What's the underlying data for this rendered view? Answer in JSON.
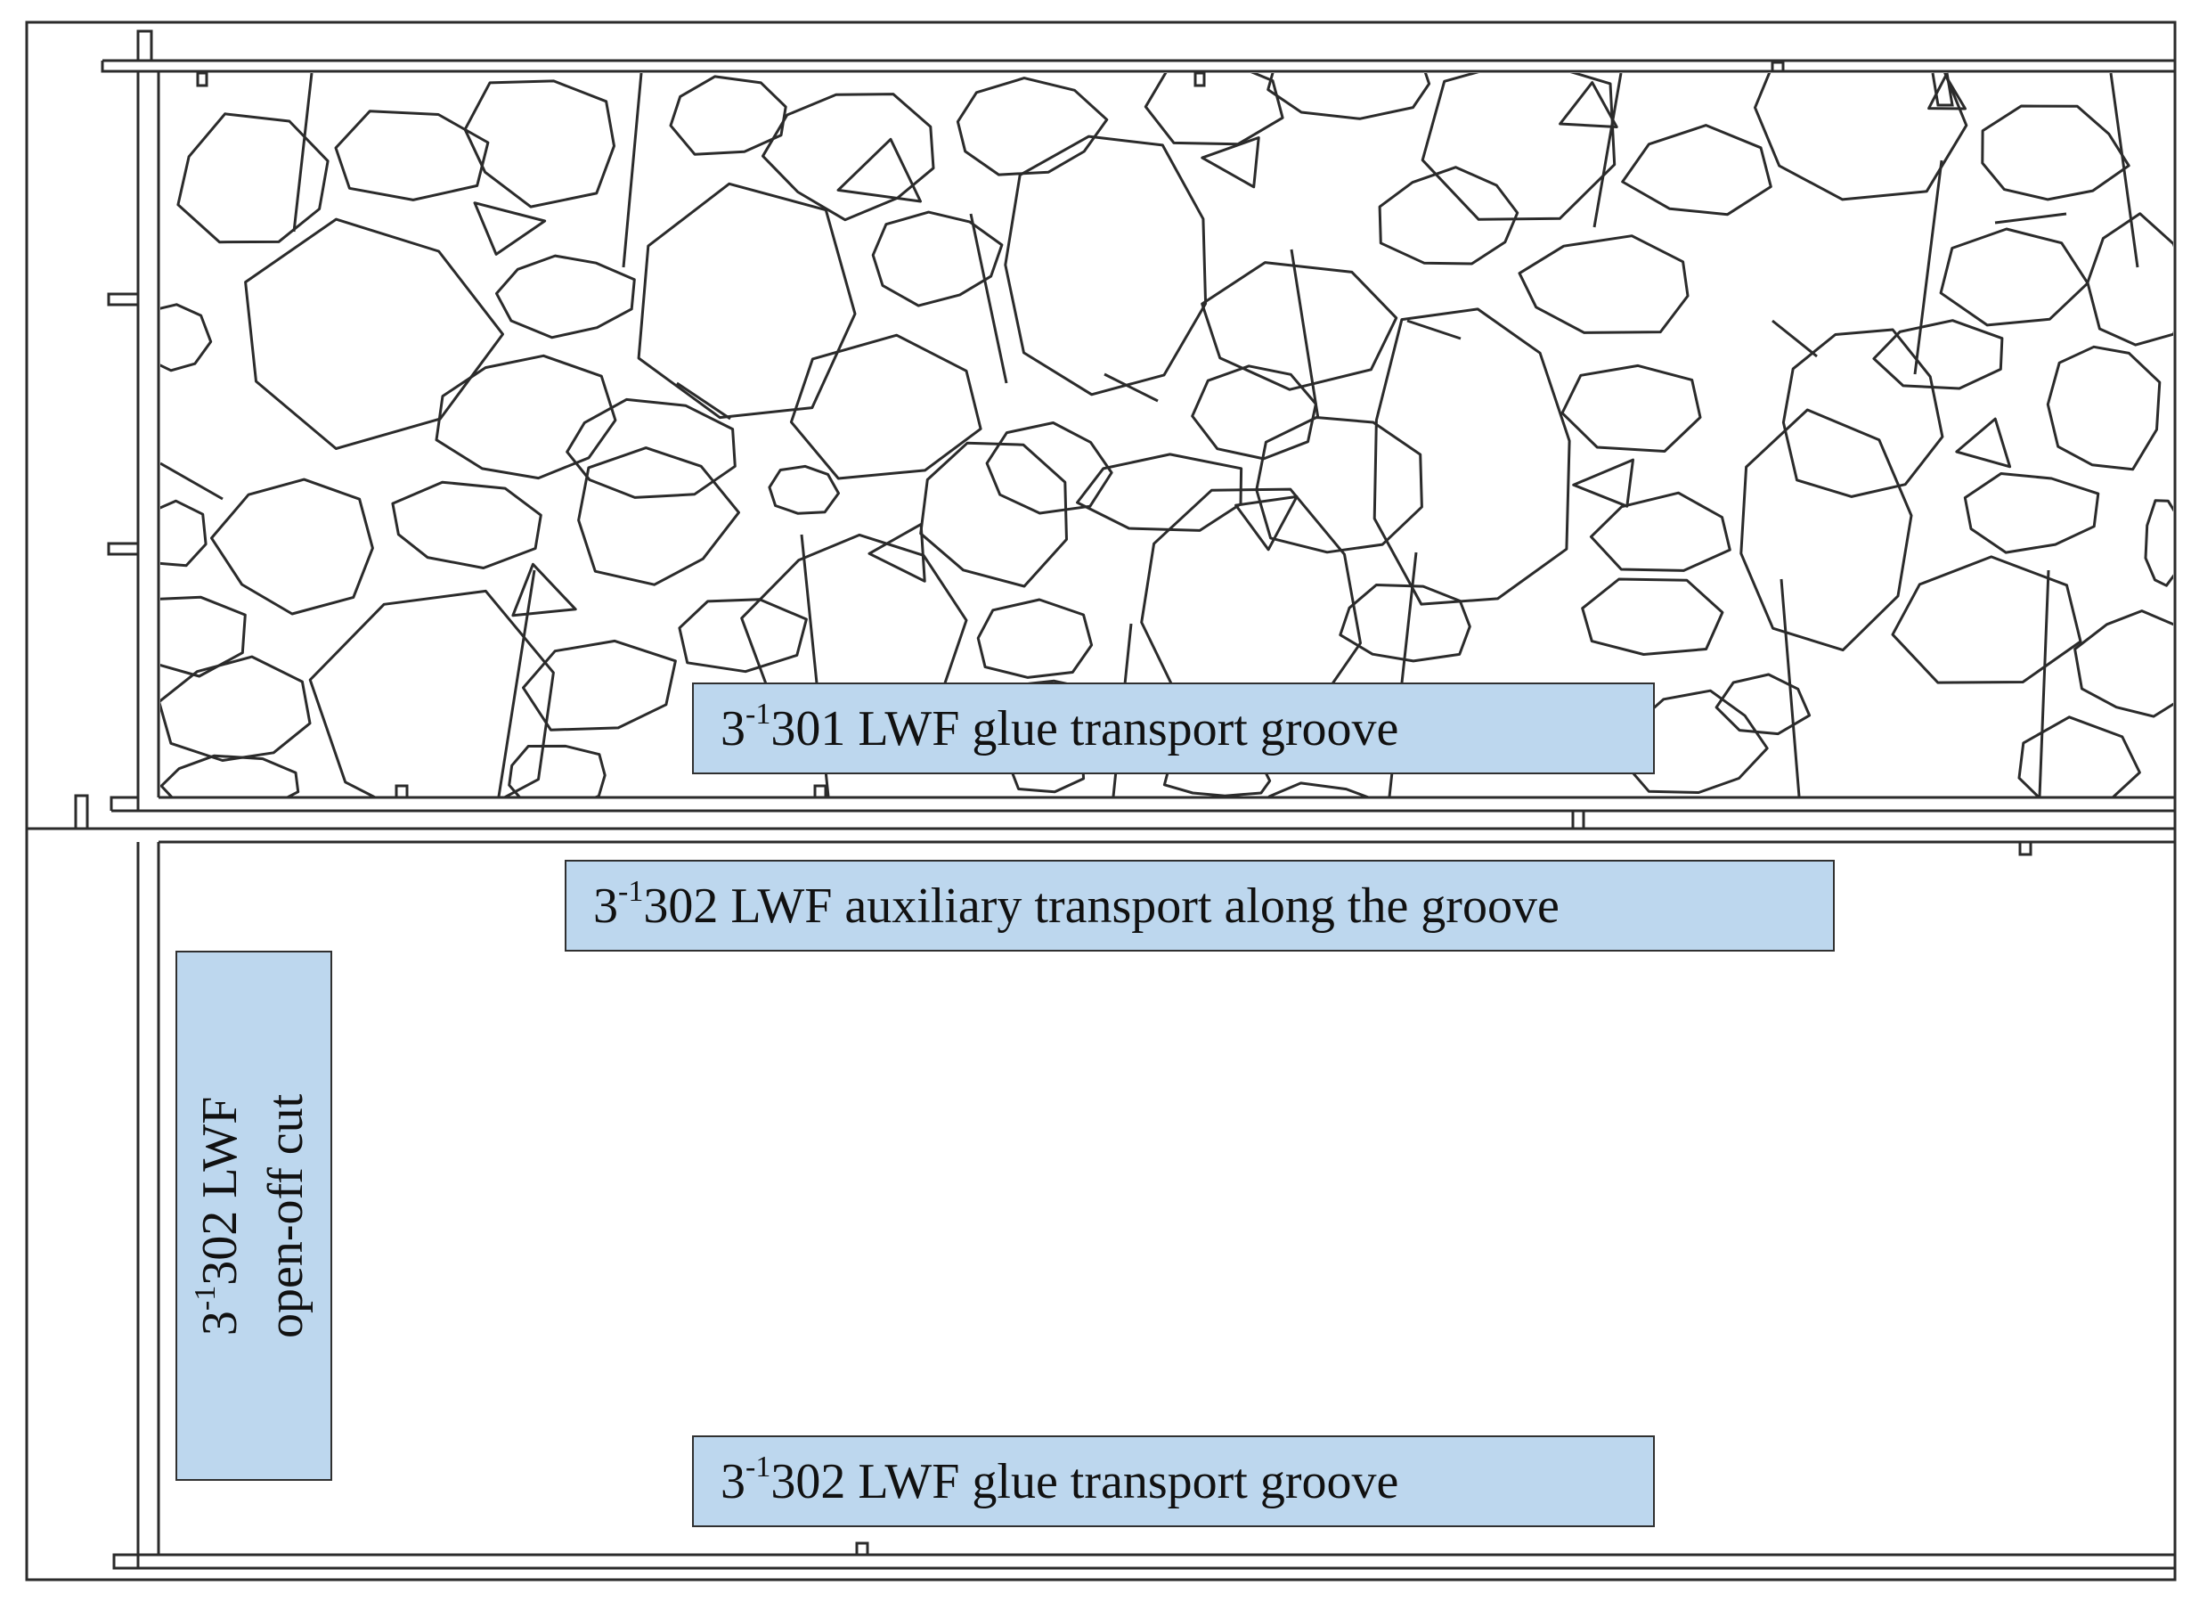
{
  "diagram": {
    "labels": {
      "top_gateway": {
        "prefix": "3",
        "superscript": "-1",
        "text": "301 LWF glue transport groove"
      },
      "aux_gateway": {
        "prefix": "3",
        "superscript": "-1",
        "text": "302 LWF auxiliary transport along the groove"
      },
      "bottom_gateway": {
        "prefix": "3",
        "superscript": "-1",
        "text": "302 LWF glue transport groove"
      },
      "open_off_cut": {
        "prefix": "3",
        "superscript": "-1",
        "line1_rest": "302 LWF",
        "line2": "open-off cut"
      }
    },
    "regions": {
      "goaf": "caved-rock-zone",
      "panel": "working-face-panel"
    },
    "colors": {
      "label_fill": "#bdd7ee",
      "label_border": "#303030",
      "line": "#2b2b2b",
      "background": "#ffffff"
    }
  }
}
